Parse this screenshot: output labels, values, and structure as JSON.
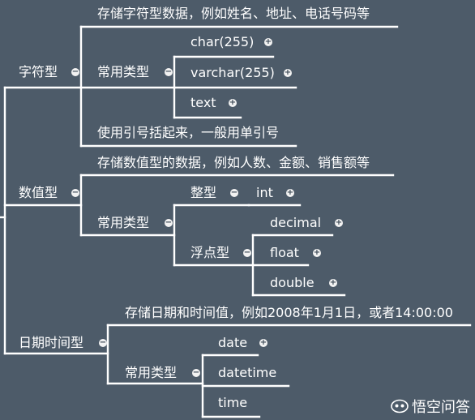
{
  "mindmap": {
    "string_type": {
      "label": "字符型",
      "description": "存储字符型数据，例如姓名、地址、电话号码等",
      "common_types_label": "常用类型",
      "common_types": [
        "char(255)",
        "varchar(255)",
        "text"
      ],
      "note": "使用引号括起来，一般用单引号"
    },
    "numeric_type": {
      "label": "数值型",
      "description": "存储数值型的数据，例如人数、金额、销售额等",
      "common_types_label": "常用类型",
      "integer_label": "整型",
      "integer_types": [
        "int"
      ],
      "float_label": "浮点型",
      "float_types": [
        "decimal",
        "float",
        "double"
      ]
    },
    "datetime_type": {
      "label": "日期时间型",
      "description": "存储日期和时间值，例如2008年1月1日，或者14:00:00",
      "common_types_label": "常用类型",
      "common_types": [
        "date",
        "datetime",
        "time"
      ]
    },
    "toggles": {
      "collapse": "−",
      "expand": "+"
    }
  },
  "watermark": {
    "text": "悟空问答"
  }
}
